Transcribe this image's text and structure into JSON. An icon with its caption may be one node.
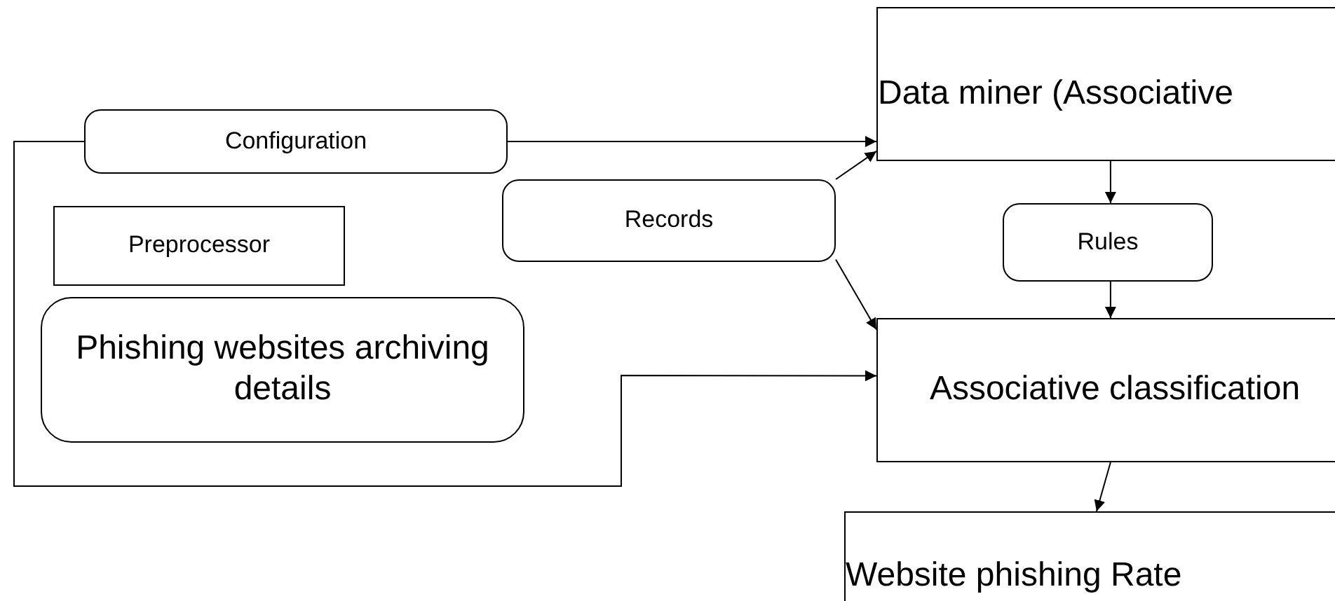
{
  "diagram": {
    "nodes": [
      {
        "text": [
          "Configuration"
        ]
      },
      {
        "text": [
          "Preprocessor"
        ]
      },
      {
        "text": [
          "Records"
        ]
      },
      {
        "text": [
          "Phishing websites archiving details"
        ]
      },
      {
        "text": [
          "Data miner (Associative"
        ]
      },
      {
        "text": [
          "Rules"
        ]
      },
      {
        "text": [
          "Associative classification"
        ]
      },
      {
        "text": [
          "Website phishing Rate"
        ]
      }
    ],
    "edges": [
      {
        "from": 0,
        "to": 4,
        "arrow": "to"
      },
      {
        "from": 0,
        "to": 6,
        "arrow": "to"
      },
      {
        "from": 2,
        "to": 4,
        "arrow": "to"
      },
      {
        "from": 2,
        "to": 6,
        "arrow": "to"
      },
      {
        "from": 4,
        "to": 5,
        "arrow": "to"
      },
      {
        "from": 5,
        "to": 6,
        "arrow": "to"
      },
      {
        "from": 6,
        "to": 7,
        "arrow": "to"
      }
    ]
  }
}
